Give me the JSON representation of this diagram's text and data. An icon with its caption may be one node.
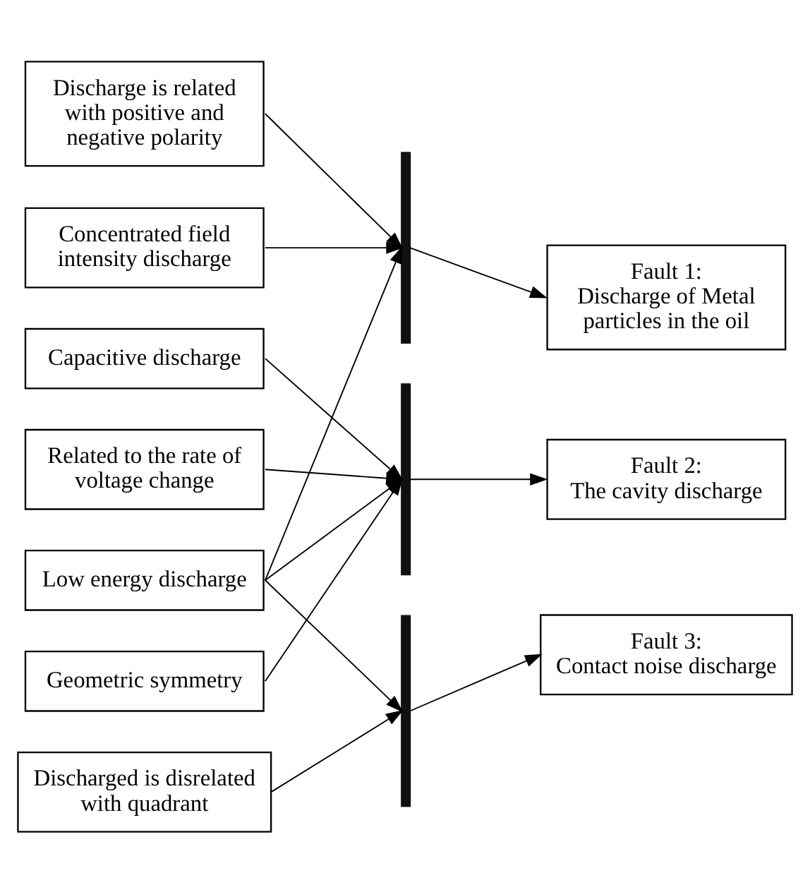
{
  "diagram": {
    "nodes": [
      {
        "text": [
          "Discharge is related with positive and negative polarity"
        ]
      },
      {
        "text": [
          "Concentrated field intensity discharge"
        ]
      },
      {
        "text": [
          "Capacitive discharge"
        ]
      },
      {
        "text": [
          "Related to the rate of voltage change"
        ]
      },
      {
        "text": [
          "Low energy discharge"
        ]
      },
      {
        "text": [
          "Geometric symmetry"
        ]
      },
      {
        "text": [
          "Discharged is disrelated with quadrant"
        ]
      },
      {
        "text": [],
        "shape": "bar"
      },
      {
        "text": [],
        "shape": "bar"
      },
      {
        "text": [],
        "shape": "bar"
      },
      {
        "text": [
          "Fault 1:",
          "Discharge of Metal particles in the oil"
        ]
      },
      {
        "text": [
          "Fault 2:",
          "The cavity discharge"
        ]
      },
      {
        "text": [
          "Fault 3:",
          "Contact noise discharge"
        ]
      }
    ],
    "edges": [
      {
        "from": 0,
        "to": 7,
        "arrow": "to"
      },
      {
        "from": 1,
        "to": 7,
        "arrow": "to"
      },
      {
        "from": 4,
        "to": 7,
        "arrow": "to"
      },
      {
        "from": 2,
        "to": 8,
        "arrow": "to"
      },
      {
        "from": 3,
        "to": 8,
        "arrow": "to"
      },
      {
        "from": 4,
        "to": 8,
        "arrow": "to"
      },
      {
        "from": 5,
        "to": 8,
        "arrow": "to"
      },
      {
        "from": 4,
        "to": 9,
        "arrow": "to"
      },
      {
        "from": 6,
        "to": 9,
        "arrow": "to"
      },
      {
        "from": 7,
        "to": 10,
        "arrow": "to"
      },
      {
        "from": 8,
        "to": 11,
        "arrow": "to"
      },
      {
        "from": 9,
        "to": 12,
        "arrow": "to"
      }
    ]
  }
}
